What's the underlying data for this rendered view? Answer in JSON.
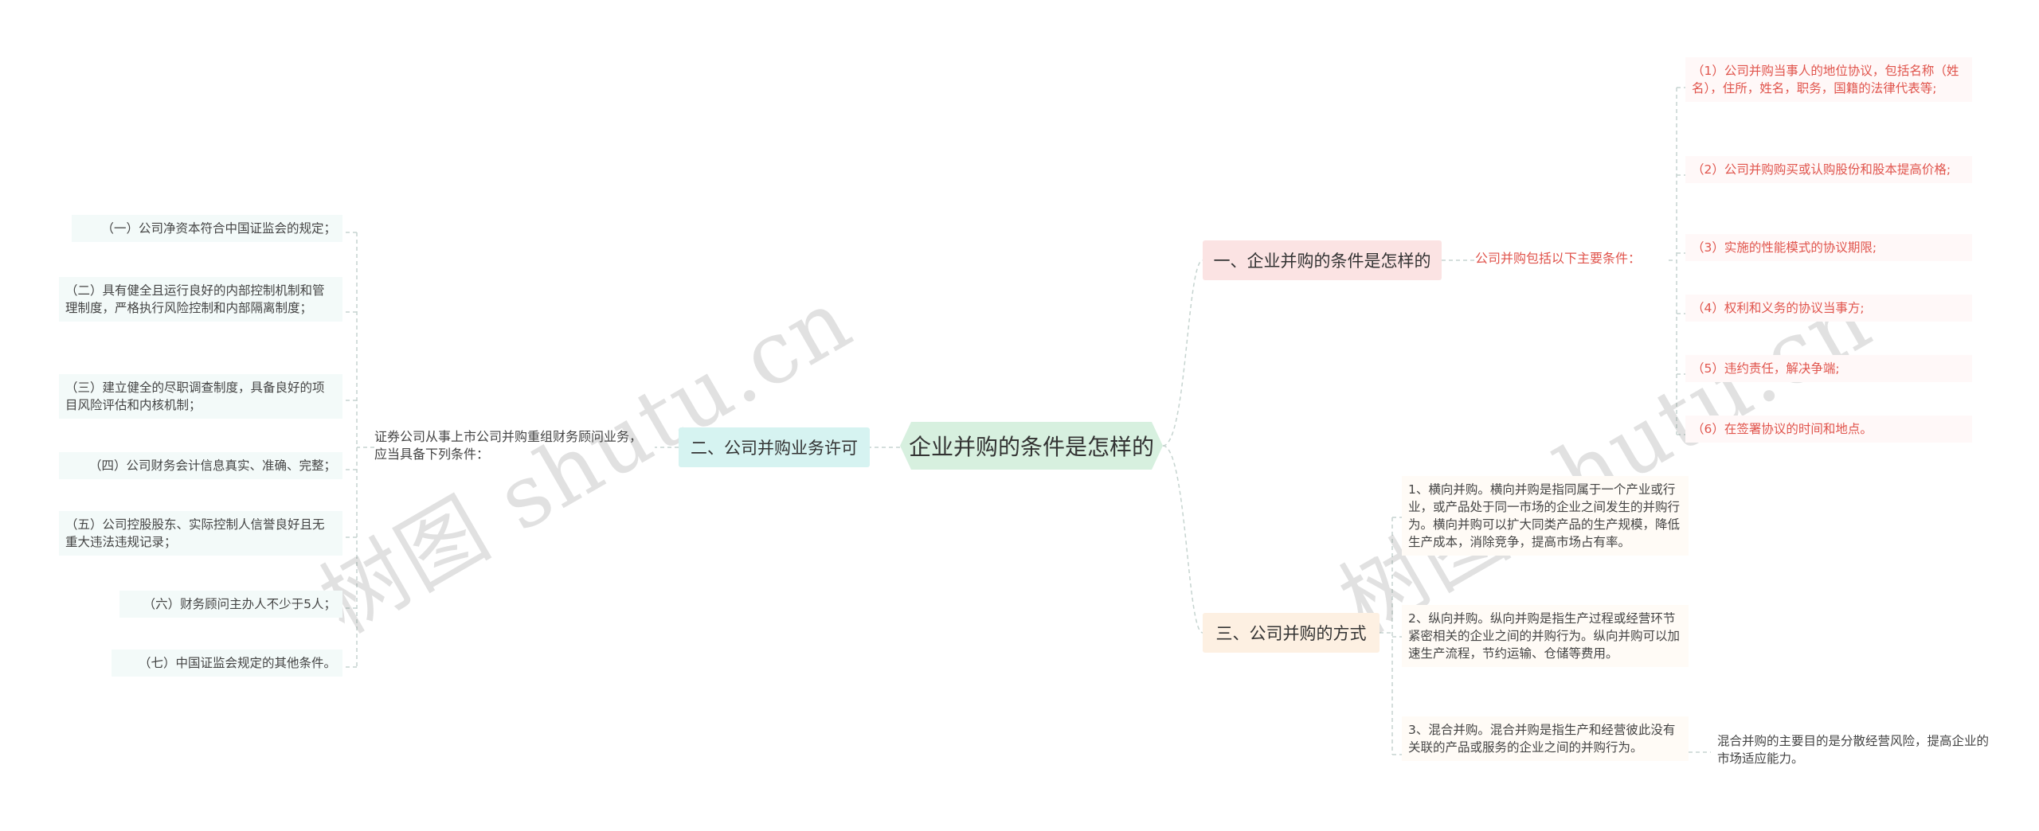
{
  "root": {
    "label": "企业并购的条件是怎样的"
  },
  "branches": [
    {
      "label": "一、企业并购的条件是怎样的"
    },
    {
      "label": "二、公司并购业务许可"
    },
    {
      "label": "三、公司并购的方式"
    }
  ],
  "mid_nodes": {
    "conditions_intro": "公司并购包括以下主要条件：",
    "license_intro": "证券公司从事上市公司并购重组财务顾问业务，应当具备下列条件："
  },
  "conditions_items": [
    "（1）公司并购当事人的地位协议，包括名称（姓名），住所，姓名，职务，国籍的法律代表等;",
    "（2）公司并购购买或认购股份和股本提高价格;",
    "（3）实施的性能模式的协议期限;",
    "（4）权利和义务的协议当事方;",
    "（5）违约责任，解决争端;",
    "（6）在签署协议的时间和地点。"
  ],
  "license_items": [
    "（一）公司净资本符合中国证监会的规定；",
    "（二）具有健全且运行良好的内部控制机制和管理制度，严格执行风险控制和内部隔离制度；",
    "（三）建立健全的尽职调查制度，具备良好的项目风险评估和内核机制；",
    "（四）公司财务会计信息真实、准确、完整；",
    "（五）公司控股股东、实际控制人信誉良好且无重大违法违规记录；",
    "（六）财务顾问主办人不少于5人；",
    "（七）中国证监会规定的其他条件。"
  ],
  "ways_items": [
    "1、横向并购。横向并购是指同属于一个产业或行业，或产品处于同一市场的企业之间发生的并购行为。横向并购可以扩大同类产品的生产规模，降低生产成本，消除竞争，提高市场占有率。",
    "2、纵向并购。纵向并购是指生产过程或经营环节紧密相关的企业之间的并购行为。纵向并购可以加速生产流程，节约运输、仓储等费用。",
    "3、混合并购。混合并购是指生产和经营彼此没有关联的产品或服务的企业之间的并购行为。"
  ],
  "ways_note": "混合并购的主要目的是分散经营风险，提高企业的市场适应能力。",
  "watermark": "树图 shutu.cn",
  "colors": {
    "root_bg": "#d7f0df",
    "branch1_bg": "#fbe3e3",
    "branch2_bg": "#d6f3f1",
    "branch3_bg": "#fdf0e2",
    "red_text": "#e0544c",
    "line": "#c6d4d0"
  }
}
